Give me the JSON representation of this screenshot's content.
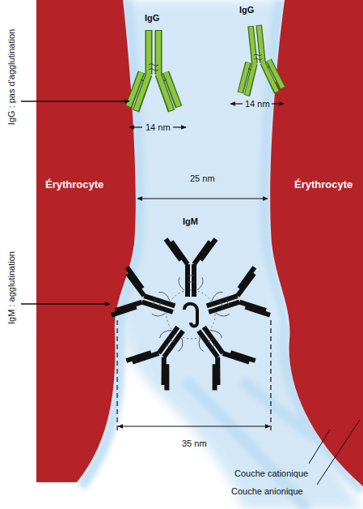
{
  "diagram": {
    "nodes": [
      {
        "text": [
          "Érythrocyte"
        ]
      },
      {
        "text": [
          "Érythrocyte"
        ]
      }
    ],
    "labels": [
      "IgG : pas d'agglutination",
      "IgM : agglutination",
      "IgG",
      "IgG",
      "14 nm",
      "14 nm",
      "25 nm",
      "IgM",
      "35 nm",
      "Couche cationique",
      "Couche anionique"
    ]
  }
}
